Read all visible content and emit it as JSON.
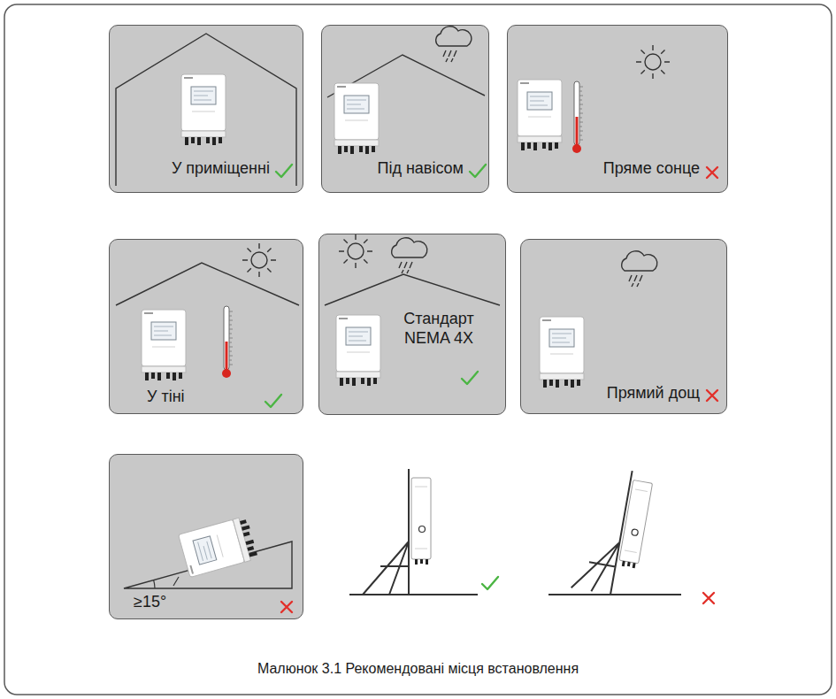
{
  "diagram": {
    "caption": "Малюнок 3.1 Рекомендовані місця встановлення",
    "nodes": [
      {
        "text": [
          "У приміщенні"
        ]
      },
      {
        "text": [
          "Під навісом"
        ]
      },
      {
        "text": [
          "Пряме сонце"
        ]
      },
      {
        "text": [
          "У тіні"
        ]
      },
      {
        "text": [
          "Стандарт NEMA 4X"
        ]
      },
      {
        "text": [
          "Прямий дощ"
        ]
      },
      {
        "text": [
          "≥15°"
        ]
      }
    ]
  }
}
